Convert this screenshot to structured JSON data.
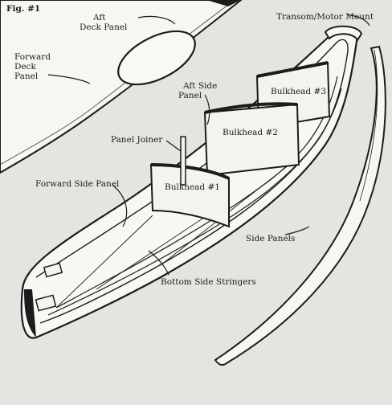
{
  "figure": {
    "label": "Fig. #1"
  },
  "labels": {
    "aft_deck_line1": "Aft",
    "aft_deck_line2": "Deck Panel",
    "forward_deck_line1": "Forward",
    "forward_deck_line2": "Deck",
    "forward_deck_line3": "Panel",
    "transom": "Transom/Motor Mount",
    "aft_side_line1": "Aft Side",
    "aft_side_line2": "Panel",
    "bulkhead_3": "Bulkhead #3",
    "bulkhead_2": "Bulkhead #2",
    "bulkhead_1": "Bulkhead #1",
    "panel_joiner": "Panel Joiner",
    "forward_side_panel": "Forward Side Panel",
    "side_panels": "Side Panels",
    "bottom_side_stringers": "Bottom Side Stringers"
  },
  "colors": {
    "background": "#e4e4e0",
    "paper": "#f8f8f4",
    "ink": "#1c1c1c"
  }
}
